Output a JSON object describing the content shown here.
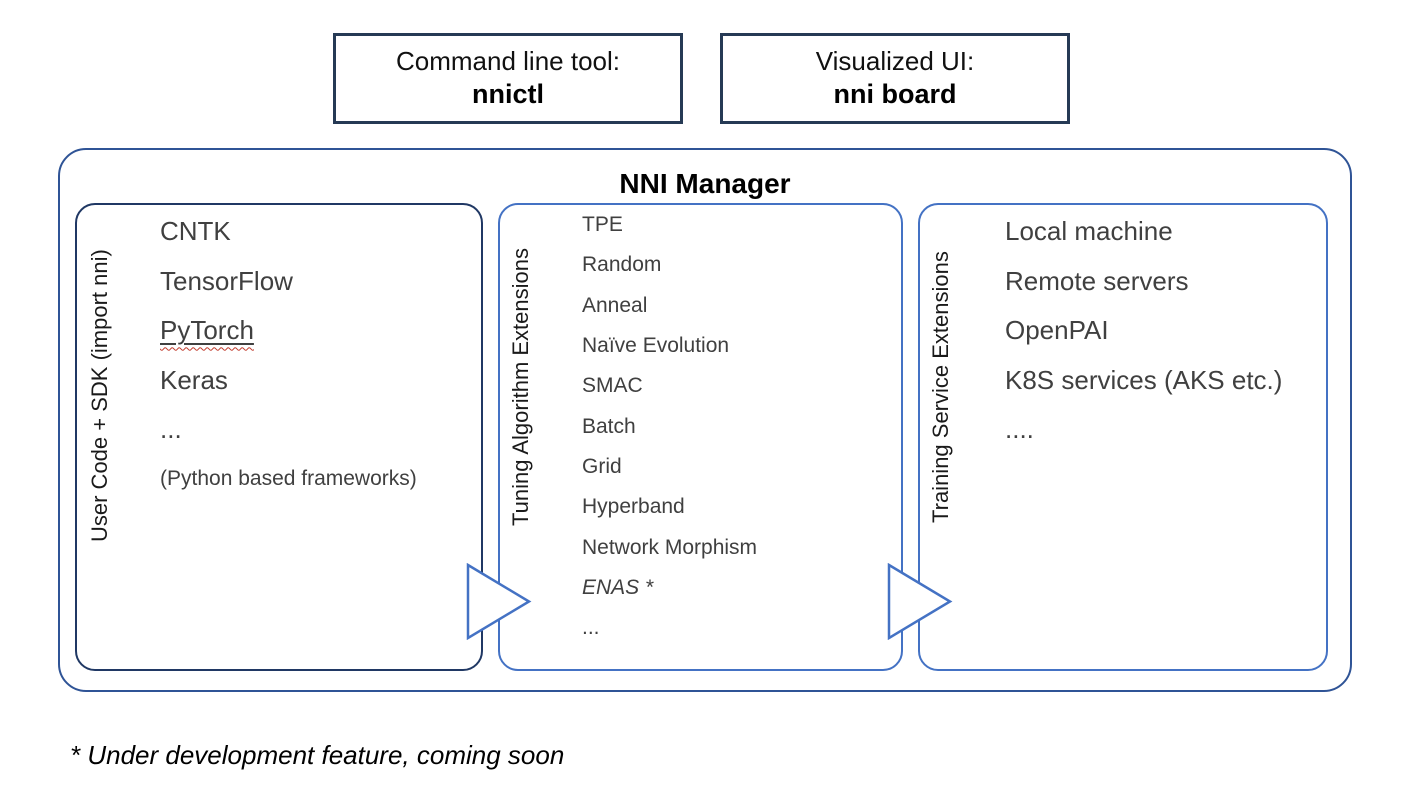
{
  "top_boxes": [
    {
      "label": "Command line tool:",
      "value": "nnictl"
    },
    {
      "label": "Visualized UI:",
      "value": "nni board"
    }
  ],
  "manager": {
    "title": "NNI Manager"
  },
  "panels": {
    "user_code": {
      "side_label": "User Code + SDK (import nni)",
      "items": [
        "CNTK",
        "TensorFlow",
        "PyTorch",
        "Keras",
        "...",
        "(Python based frameworks)"
      ]
    },
    "tuning": {
      "side_label": "Tuning Algorithm Extensions",
      "items": [
        "TPE",
        "Random",
        "Anneal",
        "Naïve Evolution",
        "SMAC",
        "Batch",
        "Grid",
        "Hyperband",
        "Network Morphism",
        "ENAS *",
        "..."
      ]
    },
    "training": {
      "side_label": "Training Service Extensions",
      "items": [
        "Local machine",
        "Remote servers",
        "OpenPAI",
        "K8S services (AKS etc.)",
        "...."
      ]
    }
  },
  "footnote": "* Under development feature, coming soon",
  "colors": {
    "top_box_border": "#263a55",
    "outer_border": "#2F5496",
    "user_panel_border": "#203864",
    "inner_panel_border": "#4472C4",
    "arrow_stroke": "#4472C4",
    "item_text": "#404040",
    "squiggle_red": "#C0392B"
  }
}
